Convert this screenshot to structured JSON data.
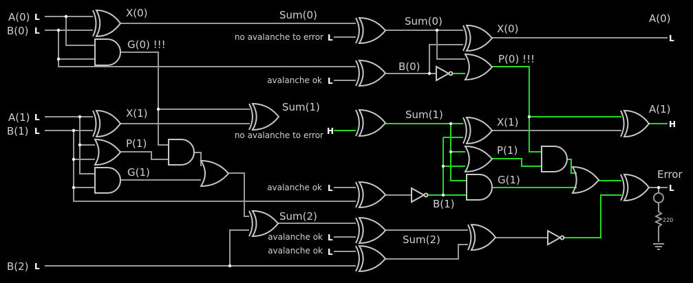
{
  "colors": {
    "background": "#000000",
    "wire_low": "#9a9a9a",
    "wire_high": "#22dd22",
    "gate": "#c8c8c8"
  },
  "inputs": [
    {
      "label": "A(0)",
      "state": "L"
    },
    {
      "label": "B(0)",
      "state": "L"
    },
    {
      "label": "A(1)",
      "state": "L"
    },
    {
      "label": "B(1)",
      "state": "L"
    },
    {
      "label": "B(2)",
      "state": "L"
    }
  ],
  "side_inputs": [
    {
      "label": "no avalanche to error",
      "state": "L"
    },
    {
      "label": "avalanche ok",
      "state": "L"
    },
    {
      "label": "no avalanche to error",
      "state": "H"
    },
    {
      "label": "avalanche ok",
      "state": "L"
    },
    {
      "label": "avalanche ok",
      "state": "L"
    },
    {
      "label": "avalanche ok",
      "state": "L"
    }
  ],
  "outputs": [
    {
      "label": "A(0)",
      "state": "L"
    },
    {
      "label": "A(1)",
      "state": "H"
    },
    {
      "label": "Error",
      "state": "L"
    }
  ],
  "signals": {
    "x0": "X(0)",
    "g0": "G(0) !!!",
    "sum0": "Sum(0)",
    "sum0b": "Sum(0)",
    "b0": "B(0)",
    "x0b": "X(0)",
    "p0": "P(0) !!!",
    "x1": "X(1)",
    "p1": "P(1)",
    "g1": "G(1)",
    "sum1": "Sum(1)",
    "sum1b": "Sum(1)",
    "x1b": "X(1)",
    "p1b": "P(1)",
    "g1b": "G(1)",
    "b1": "B(1)",
    "sum2": "Sum(2)",
    "sum2b": "Sum(2)"
  },
  "resistor": {
    "value": "220"
  }
}
